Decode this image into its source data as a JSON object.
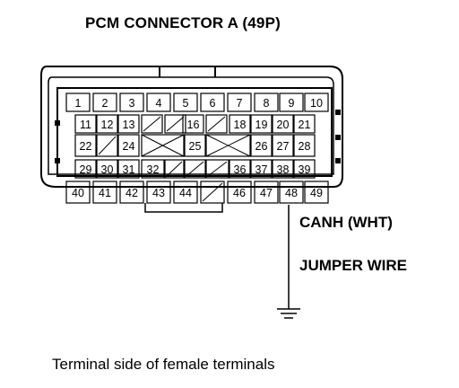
{
  "title": "PCM CONNECTOR A (49P)",
  "connector": {
    "rows": [
      [
        "1",
        "2",
        "3",
        "4",
        "5",
        "6",
        "7",
        "8",
        "9",
        "10"
      ],
      [
        "11",
        "12",
        "13",
        "",
        "",
        "16",
        "",
        "18",
        "19",
        "20",
        "21"
      ],
      [
        "22",
        "",
        "24",
        "",
        "25",
        "",
        "26",
        "27",
        "28"
      ],
      [
        "29",
        "30",
        "31",
        "32",
        "",
        "",
        "",
        "36",
        "37",
        "38",
        "39"
      ],
      [
        "40",
        "41",
        "42",
        "43",
        "44",
        "",
        "46",
        "47",
        "48",
        "49"
      ]
    ]
  },
  "labels": {
    "signal": "CANH (WHT)",
    "wire": "JUMPER WIRE"
  },
  "caption": "Terminal side of female terminals"
}
